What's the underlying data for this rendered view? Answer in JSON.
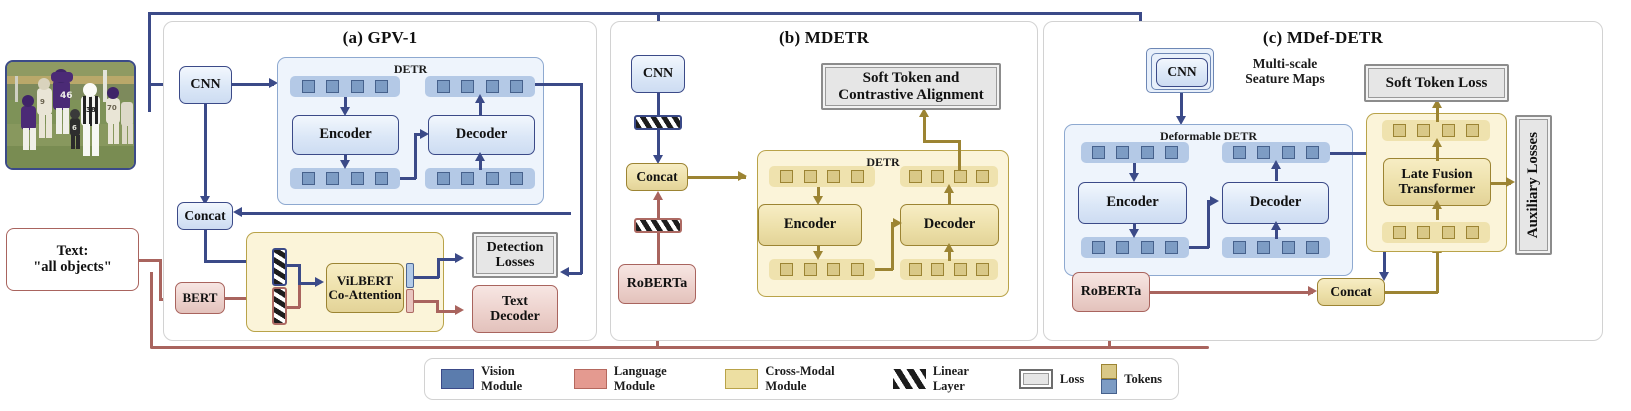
{
  "figure": {
    "caption_panels": [
      "(a) GPV-1",
      "(b) MDETR",
      "(c) MDef-DETR"
    ]
  },
  "inputs": {
    "image_alt": "football-game-photo",
    "text_box": "Text:\n\"all objects\""
  },
  "panel_a": {
    "title": "(a) GPV-1",
    "cnn": "CNN",
    "detr_label": "DETR",
    "encoder": "Encoder",
    "decoder": "Decoder",
    "concat": "Concat",
    "bert": "BERT",
    "vilbert": "ViLBERT\nCo-Attention",
    "detection_losses": "Detection\nLosses",
    "text_decoder": "Text\nDecoder"
  },
  "panel_b": {
    "title": "(b) MDETR",
    "cnn": "CNN",
    "concat": "Concat",
    "roberta": "RoBERTa",
    "detr_label": "DETR",
    "encoder": "Encoder",
    "decoder": "Decoder",
    "soft_token": "Soft Token and\nContrastive Alignment"
  },
  "panel_c": {
    "title": "(c) MDef-DETR",
    "cnn": "CNN",
    "multiscale": "Multi-scale\nSeature Maps",
    "deformable_detr_label": "Deformable DETR",
    "encoder": "Encoder",
    "decoder": "Decoder",
    "roberta": "RoBERTa",
    "concat": "Concat",
    "soft_token_loss": "Soft Token Loss",
    "late_fusion": "Late Fusion\nTransformer",
    "auxiliary_losses": "Auxiliary Losses"
  },
  "legend": {
    "items": [
      {
        "label": "Vision Module",
        "swatch": "vision",
        "color": "#5b7cad"
      },
      {
        "label": "Language Module",
        "swatch": "lang",
        "color": "#e49a90"
      },
      {
        "label": "Cross-Modal Module",
        "swatch": "cross",
        "color": "#eddfa2"
      },
      {
        "label": "Linear Layer",
        "swatch": "linear-layer",
        "color": "#1d1d1d"
      },
      {
        "label": "Loss",
        "swatch": "loss",
        "color": "#e6e6e6"
      },
      {
        "label": "Tokens",
        "swatch": "tokens",
        "color": "#d9c887"
      }
    ]
  },
  "colors": {
    "vision_line": "#3b4a88",
    "language_line": "#a9645e",
    "cross_modal_line": "#9c8433",
    "panel_border": "#d2d2d2"
  }
}
